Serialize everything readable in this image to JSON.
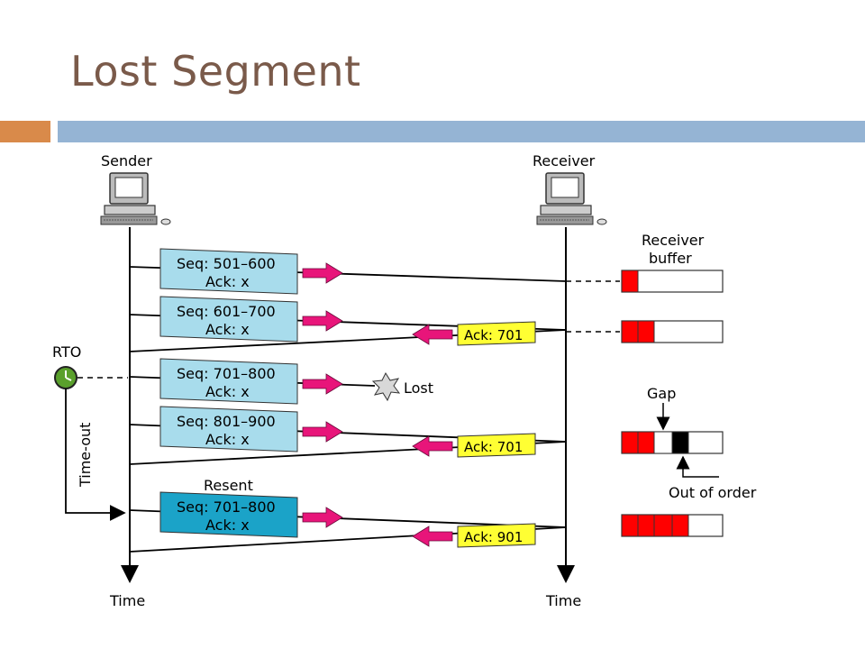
{
  "title": "Lost Segment",
  "sender_label": "Sender",
  "receiver_label": "Receiver",
  "receiver_buffer_label": [
    "Receiver",
    "buffer"
  ],
  "rto_label": "RTO",
  "timeout_label": "Time-out",
  "time_label_sender": "Time",
  "time_label_receiver": "Time",
  "lost_label": "Lost",
  "gap_label": "Gap",
  "out_of_order_label": "Out of order",
  "resent_label": "Resent",
  "segments": [
    {
      "seq": "Seq: 501–600",
      "ack": "Ack: x"
    },
    {
      "seq": "Seq: 601–700",
      "ack": "Ack: x"
    },
    {
      "seq": "Seq: 701–800",
      "ack": "Ack: x"
    },
    {
      "seq": "Seq: 801–900",
      "ack": "Ack: x"
    },
    {
      "seq": "Seq: 701–800",
      "ack": "Ack: x"
    }
  ],
  "acks": [
    "Ack: 701",
    "Ack: 701",
    "Ack: 901"
  ],
  "colors": {
    "segment_fill": "#a8dcec",
    "resent_fill": "#1ba3c8",
    "ack_fill": "#ffff33",
    "arrow": "#e8157a",
    "buffer_filled": "#ff0000",
    "buffer_out_of_order": "#000000",
    "clock": "#5aa02c"
  },
  "icons": [
    "computer-icon",
    "clock-icon",
    "star-burst-icon"
  ]
}
